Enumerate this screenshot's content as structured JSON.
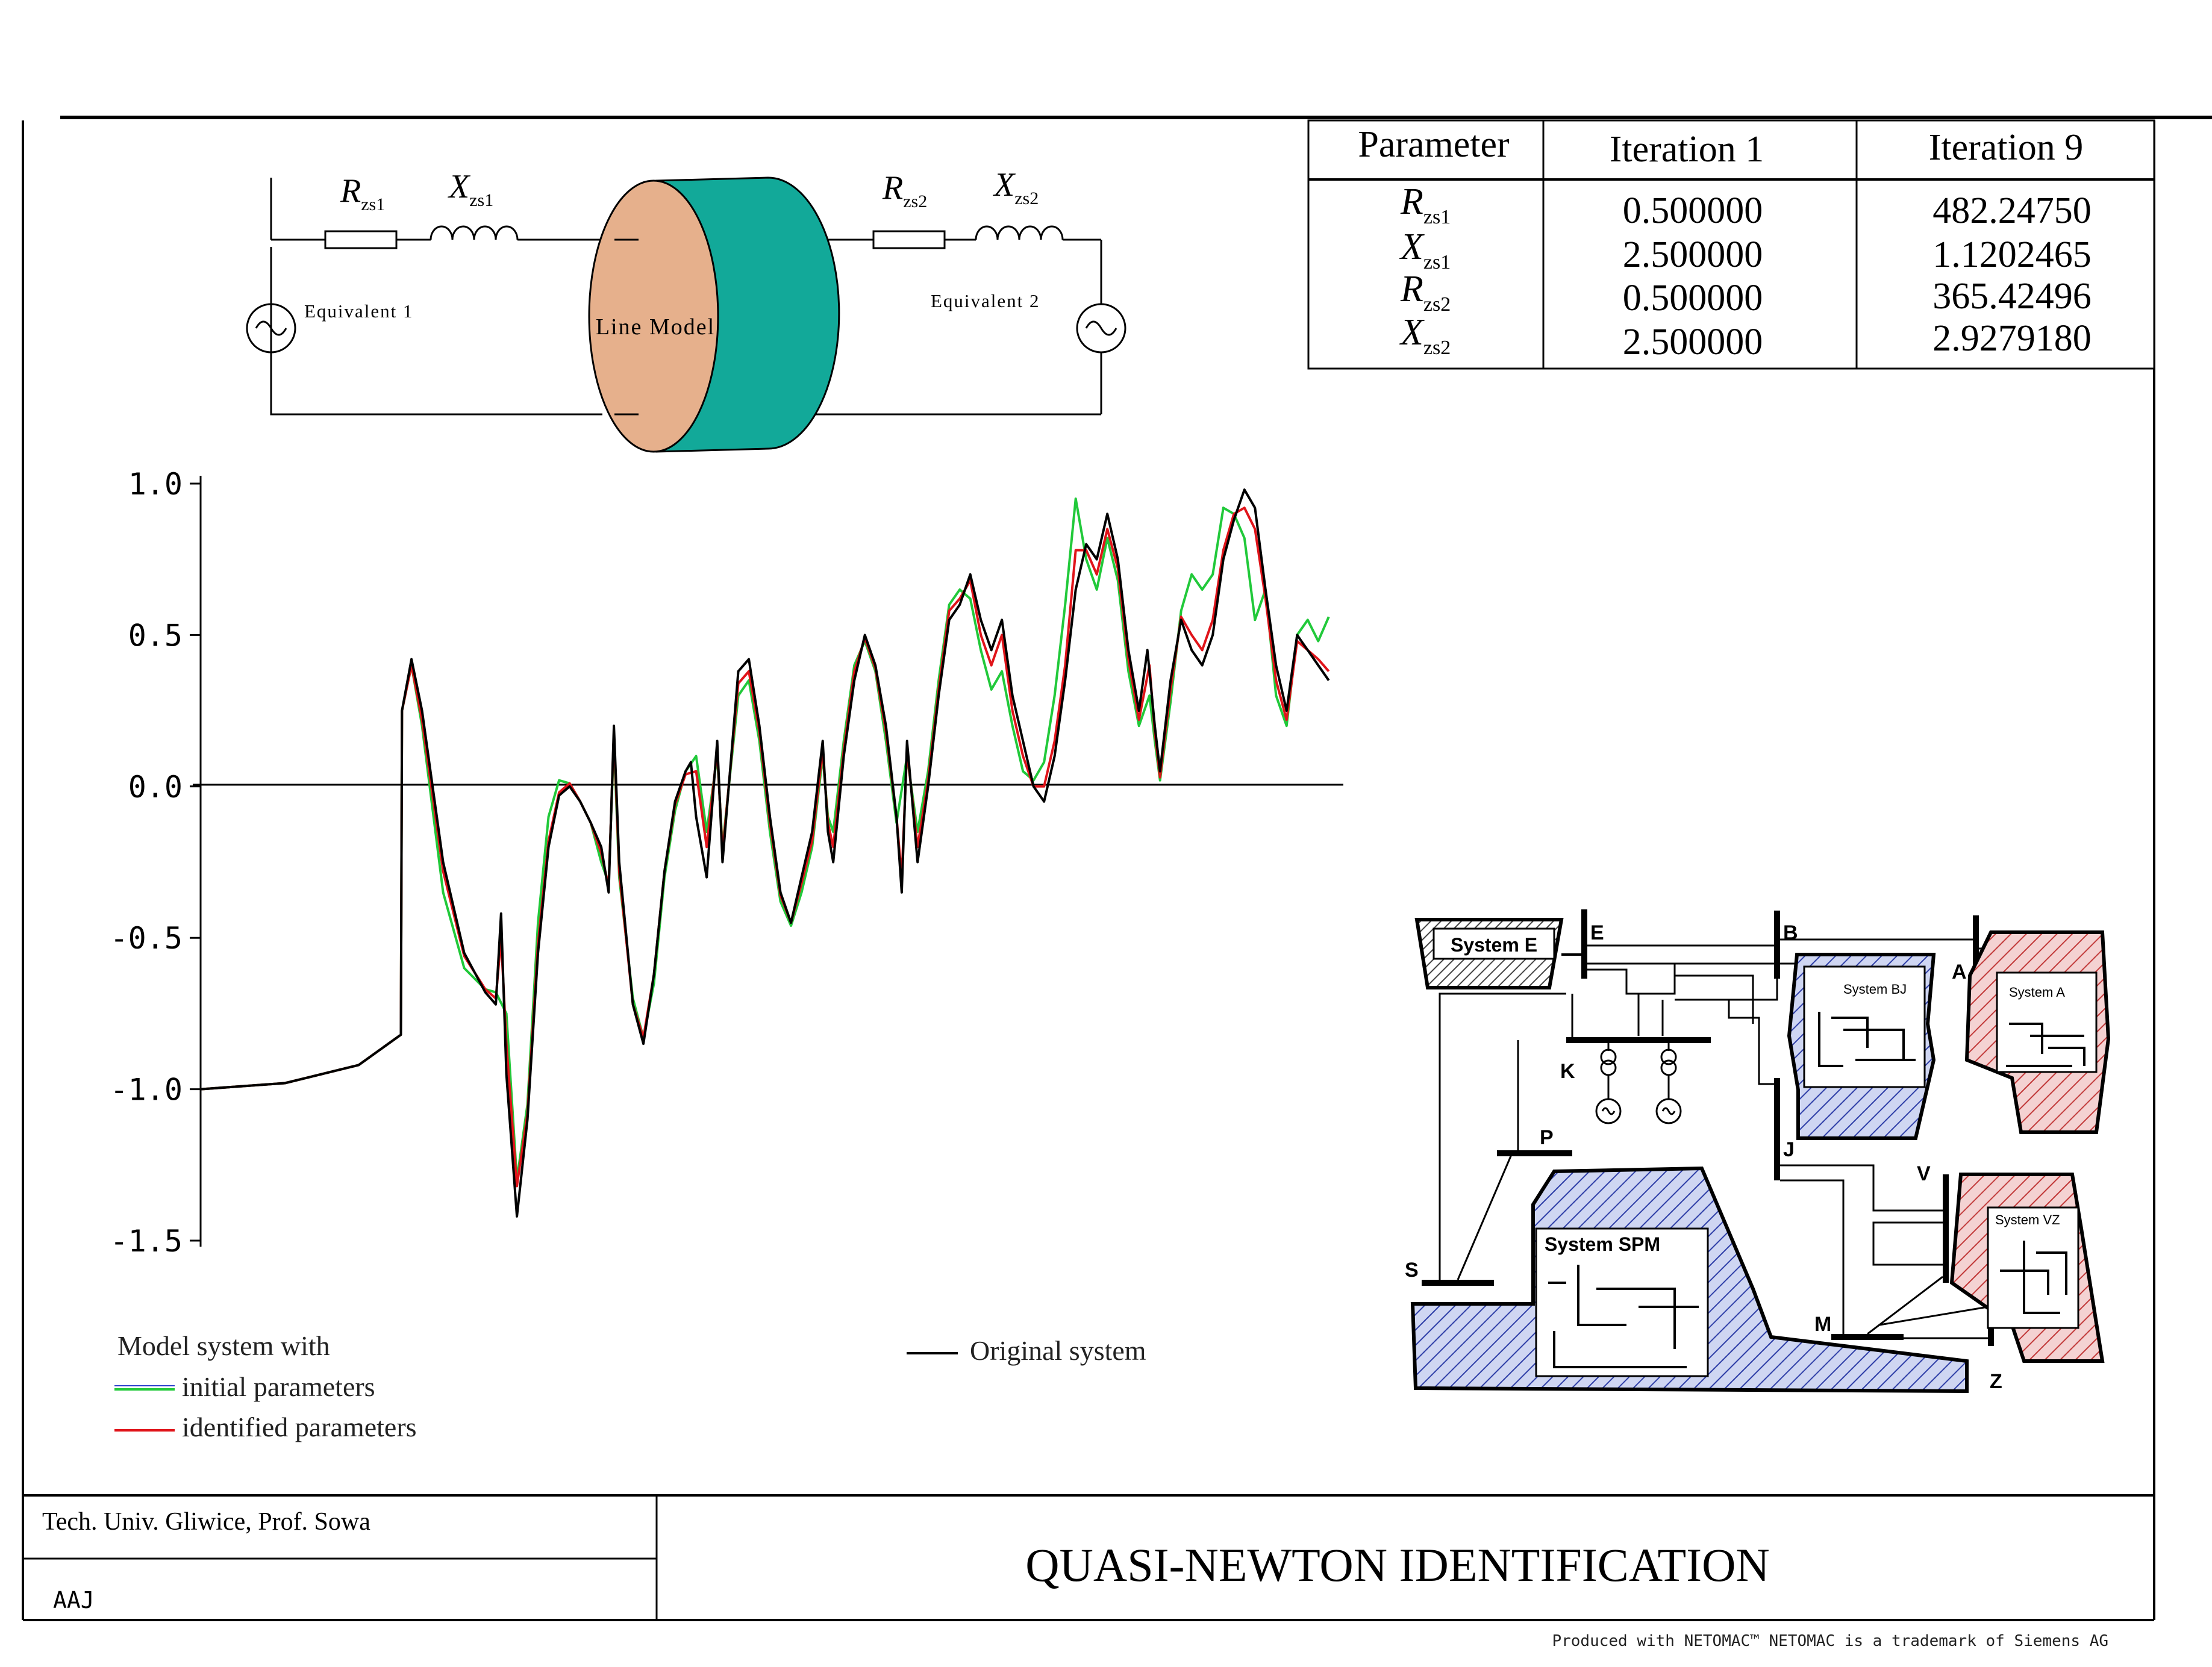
{
  "title": "QUASI-NEWTON IDENTIFICATION",
  "footer": {
    "author": "Tech. Univ. Gliwice, Prof. Sowa",
    "code": "AAJ",
    "credit": "Produced with NETOMAC™ NETOMAC is a trademark of Siemens AG"
  },
  "circuit": {
    "r1_base": "R",
    "r1_sub": "zs1",
    "x1_base": "X",
    "x1_sub": "zs1",
    "r2_base": "R",
    "r2_sub": "zs2",
    "x2_base": "X",
    "x2_sub": "zs2",
    "equivalent1": "Equivalent 1",
    "equivalent2": "Equivalent 2",
    "line_model": "Line Model",
    "colors": {
      "cylinder_face": "#e6b08c",
      "cylinder_body": "#12a999"
    }
  },
  "param_table": {
    "headers": [
      "Parameter",
      "Iteration 1",
      "Iteration 9"
    ],
    "rows": [
      {
        "base": "R",
        "sub": "zs1",
        "iter1": "0.500000",
        "iter9": "482.24750"
      },
      {
        "base": "X",
        "sub": "zs1",
        "iter1": "2.500000",
        "iter9": "1.1202465"
      },
      {
        "base": "R",
        "sub": "zs2",
        "iter1": "0.500000",
        "iter9": "365.42496"
      },
      {
        "base": "X",
        "sub": "zs2",
        "iter1": "2.500000",
        "iter9": "2.9279180"
      }
    ]
  },
  "legend": {
    "heading": "Model system with",
    "initial": "initial parameters",
    "identified": "identified parameters",
    "original": "Original system"
  },
  "network": {
    "systems": [
      "System E",
      "System BJ",
      "System A",
      "System SPM",
      "System VZ"
    ],
    "nodes": [
      "E",
      "B",
      "A",
      "K",
      "P",
      "J",
      "V",
      "S",
      "M",
      "Z"
    ],
    "colors": {
      "blue_hatch": "#2f3fa8",
      "red_hatch": "#c23a3a",
      "blue_fill": "#cfd6f2",
      "red_fill": "#f4d2d2"
    }
  },
  "chart_data": {
    "type": "line",
    "title": "",
    "xlabel": "",
    "ylabel": "",
    "ylim": [
      -1.5,
      1.0
    ],
    "yticks": [
      1.0,
      0.5,
      0.0,
      -0.5,
      -1.0,
      -1.5
    ],
    "ytick_labels": [
      "1.0",
      "0.5",
      "0.0",
      "-0.5",
      "-1.0",
      "-1.5"
    ],
    "xlim": [
      0,
      100
    ],
    "grid": false,
    "legend_position": "bottom",
    "series": [
      {
        "name": "Original system",
        "color": "#000000",
        "points": [
          [
            0,
            -1.0
          ],
          [
            8,
            -0.98
          ],
          [
            15,
            -0.92
          ],
          [
            19,
            -0.82
          ],
          [
            19.1,
            0.25
          ],
          [
            20,
            0.42
          ],
          [
            21,
            0.25
          ],
          [
            23,
            -0.25
          ],
          [
            25,
            -0.55
          ],
          [
            27,
            -0.68
          ],
          [
            28,
            -0.72
          ],
          [
            28.5,
            -0.42
          ],
          [
            29,
            -0.95
          ],
          [
            30,
            -1.42
          ],
          [
            31,
            -1.1
          ],
          [
            32,
            -0.55
          ],
          [
            33,
            -0.2
          ],
          [
            34,
            -0.03
          ],
          [
            35,
            0.0
          ],
          [
            36,
            -0.05
          ],
          [
            37,
            -0.12
          ],
          [
            38,
            -0.2
          ],
          [
            38.7,
            -0.35
          ],
          [
            39.2,
            0.2
          ],
          [
            39.7,
            -0.25
          ],
          [
            41,
            -0.72
          ],
          [
            42,
            -0.85
          ],
          [
            43,
            -0.62
          ],
          [
            44,
            -0.28
          ],
          [
            45,
            -0.05
          ],
          [
            46,
            0.05
          ],
          [
            46.5,
            0.08
          ],
          [
            47,
            -0.1
          ],
          [
            48,
            -0.3
          ],
          [
            49,
            0.15
          ],
          [
            49.5,
            -0.25
          ],
          [
            51,
            0.38
          ],
          [
            52,
            0.42
          ],
          [
            53,
            0.2
          ],
          [
            54,
            -0.1
          ],
          [
            55,
            -0.35
          ],
          [
            56,
            -0.45
          ],
          [
            57,
            -0.3
          ],
          [
            58,
            -0.15
          ],
          [
            59,
            0.15
          ],
          [
            59.5,
            -0.15
          ],
          [
            60,
            -0.25
          ],
          [
            61,
            0.1
          ],
          [
            62,
            0.35
          ],
          [
            63,
            0.5
          ],
          [
            64,
            0.4
          ],
          [
            65,
            0.2
          ],
          [
            66,
            -0.1
          ],
          [
            66.5,
            -0.35
          ],
          [
            67,
            0.15
          ],
          [
            68,
            -0.25
          ],
          [
            69,
            0.0
          ],
          [
            70,
            0.3
          ],
          [
            71,
            0.55
          ],
          [
            72,
            0.6
          ],
          [
            73,
            0.7
          ],
          [
            74,
            0.55
          ],
          [
            75,
            0.45
          ],
          [
            76,
            0.55
          ],
          [
            77,
            0.3
          ],
          [
            78,
            0.15
          ],
          [
            79,
            0.0
          ],
          [
            80,
            -0.05
          ],
          [
            81,
            0.1
          ],
          [
            82,
            0.35
          ],
          [
            83,
            0.65
          ],
          [
            84,
            0.8
          ],
          [
            85,
            0.75
          ],
          [
            86,
            0.9
          ],
          [
            87,
            0.75
          ],
          [
            88,
            0.45
          ],
          [
            89,
            0.25
          ],
          [
            89.8,
            0.45
          ],
          [
            90.5,
            0.2
          ],
          [
            91,
            0.05
          ],
          [
            92,
            0.35
          ],
          [
            93,
            0.55
          ],
          [
            94,
            0.45
          ],
          [
            95,
            0.4
          ],
          [
            96,
            0.5
          ],
          [
            97,
            0.75
          ],
          [
            98,
            0.88
          ],
          [
            99,
            0.98
          ],
          [
            100,
            0.92
          ],
          [
            101,
            0.65
          ],
          [
            102,
            0.4
          ],
          [
            103,
            0.25
          ],
          [
            104,
            0.5
          ],
          [
            105,
            0.45
          ],
          [
            106,
            0.4
          ],
          [
            107,
            0.35
          ]
        ]
      },
      {
        "name": "initial parameters",
        "color": "#21c93a",
        "points": [
          [
            0,
            -1.0
          ],
          [
            8,
            -0.98
          ],
          [
            15,
            -0.92
          ],
          [
            19,
            -0.82
          ],
          [
            19.1,
            0.25
          ],
          [
            20,
            0.4
          ],
          [
            21,
            0.2
          ],
          [
            23,
            -0.35
          ],
          [
            25,
            -0.6
          ],
          [
            27,
            -0.67
          ],
          [
            28,
            -0.68
          ],
          [
            29,
            -0.75
          ],
          [
            30,
            -1.3
          ],
          [
            31,
            -1.05
          ],
          [
            32,
            -0.45
          ],
          [
            33,
            -0.1
          ],
          [
            34,
            0.02
          ],
          [
            35,
            0.01
          ],
          [
            36,
            -0.05
          ],
          [
            37,
            -0.12
          ],
          [
            38,
            -0.25
          ],
          [
            38.7,
            -0.32
          ],
          [
            39.2,
            0.15
          ],
          [
            39.7,
            -0.3
          ],
          [
            41,
            -0.7
          ],
          [
            42,
            -0.83
          ],
          [
            43,
            -0.65
          ],
          [
            44,
            -0.3
          ],
          [
            45,
            -0.08
          ],
          [
            46,
            0.05
          ],
          [
            47,
            0.1
          ],
          [
            48,
            -0.15
          ],
          [
            49,
            0.1
          ],
          [
            49.5,
            -0.2
          ],
          [
            51,
            0.3
          ],
          [
            52,
            0.35
          ],
          [
            53,
            0.15
          ],
          [
            54,
            -0.15
          ],
          [
            55,
            -0.38
          ],
          [
            56,
            -0.46
          ],
          [
            57,
            -0.35
          ],
          [
            58,
            -0.2
          ],
          [
            59,
            0.1
          ],
          [
            59.5,
            -0.1
          ],
          [
            60,
            -0.15
          ],
          [
            61,
            0.15
          ],
          [
            62,
            0.4
          ],
          [
            63,
            0.48
          ],
          [
            64,
            0.38
          ],
          [
            65,
            0.15
          ],
          [
            66,
            -0.12
          ],
          [
            67,
            0.1
          ],
          [
            68,
            -0.15
          ],
          [
            69,
            0.05
          ],
          [
            70,
            0.35
          ],
          [
            71,
            0.6
          ],
          [
            72,
            0.65
          ],
          [
            73,
            0.62
          ],
          [
            74,
            0.45
          ],
          [
            75,
            0.32
          ],
          [
            76,
            0.38
          ],
          [
            77,
            0.2
          ],
          [
            78,
            0.05
          ],
          [
            79,
            0.02
          ],
          [
            80,
            0.08
          ],
          [
            81,
            0.3
          ],
          [
            82,
            0.6
          ],
          [
            83,
            0.95
          ],
          [
            84,
            0.75
          ],
          [
            85,
            0.65
          ],
          [
            86,
            0.82
          ],
          [
            87,
            0.68
          ],
          [
            88,
            0.38
          ],
          [
            89,
            0.2
          ],
          [
            90,
            0.3
          ],
          [
            90.5,
            0.15
          ],
          [
            91,
            0.02
          ],
          [
            92,
            0.28
          ],
          [
            93,
            0.58
          ],
          [
            94,
            0.7
          ],
          [
            95,
            0.65
          ],
          [
            96,
            0.7
          ],
          [
            97,
            0.92
          ],
          [
            98,
            0.9
          ],
          [
            99,
            0.82
          ],
          [
            100,
            0.55
          ],
          [
            101,
            0.65
          ],
          [
            102,
            0.3
          ],
          [
            103,
            0.2
          ],
          [
            104,
            0.5
          ],
          [
            105,
            0.55
          ],
          [
            106,
            0.48
          ],
          [
            107,
            0.56
          ]
        ]
      },
      {
        "name": "identified parameters",
        "color": "#e0141a",
        "points": [
          [
            0,
            -1.0
          ],
          [
            8,
            -0.98
          ],
          [
            15,
            -0.92
          ],
          [
            19,
            -0.82
          ],
          [
            19.1,
            0.25
          ],
          [
            20,
            0.4
          ],
          [
            21,
            0.22
          ],
          [
            23,
            -0.28
          ],
          [
            25,
            -0.56
          ],
          [
            27,
            -0.67
          ],
          [
            28,
            -0.7
          ],
          [
            28.5,
            -0.5
          ],
          [
            29,
            -0.85
          ],
          [
            30,
            -1.32
          ],
          [
            31,
            -1.08
          ],
          [
            32,
            -0.52
          ],
          [
            33,
            -0.18
          ],
          [
            34,
            -0.02
          ],
          [
            35,
            0.01
          ],
          [
            36,
            -0.05
          ],
          [
            37,
            -0.12
          ],
          [
            38,
            -0.22
          ],
          [
            38.7,
            -0.33
          ],
          [
            39.2,
            0.18
          ],
          [
            39.7,
            -0.28
          ],
          [
            41,
            -0.72
          ],
          [
            42,
            -0.83
          ],
          [
            43,
            -0.62
          ],
          [
            44,
            -0.28
          ],
          [
            45,
            -0.06
          ],
          [
            46,
            0.04
          ],
          [
            47,
            0.05
          ],
          [
            48,
            -0.2
          ],
          [
            49,
            0.12
          ],
          [
            49.5,
            -0.22
          ],
          [
            51,
            0.34
          ],
          [
            52,
            0.38
          ],
          [
            53,
            0.18
          ],
          [
            54,
            -0.12
          ],
          [
            55,
            -0.36
          ],
          [
            56,
            -0.45
          ],
          [
            57,
            -0.32
          ],
          [
            58,
            -0.18
          ],
          [
            59,
            0.12
          ],
          [
            59.5,
            -0.12
          ],
          [
            60,
            -0.2
          ],
          [
            61,
            0.12
          ],
          [
            62,
            0.38
          ],
          [
            63,
            0.49
          ],
          [
            64,
            0.39
          ],
          [
            65,
            0.18
          ],
          [
            66,
            -0.1
          ],
          [
            66.5,
            -0.3
          ],
          [
            67,
            0.12
          ],
          [
            68,
            -0.2
          ],
          [
            69,
            0.02
          ],
          [
            70,
            0.32
          ],
          [
            71,
            0.58
          ],
          [
            72,
            0.62
          ],
          [
            73,
            0.68
          ],
          [
            74,
            0.5
          ],
          [
            75,
            0.4
          ],
          [
            76,
            0.5
          ],
          [
            77,
            0.25
          ],
          [
            78,
            0.1
          ],
          [
            79,
            0.0
          ],
          [
            80,
            0.0
          ],
          [
            81,
            0.15
          ],
          [
            82,
            0.4
          ],
          [
            83,
            0.78
          ],
          [
            84,
            0.78
          ],
          [
            85,
            0.7
          ],
          [
            86,
            0.85
          ],
          [
            87,
            0.72
          ],
          [
            88,
            0.42
          ],
          [
            89,
            0.22
          ],
          [
            90,
            0.4
          ],
          [
            90.5,
            0.18
          ],
          [
            91,
            0.03
          ],
          [
            92,
            0.32
          ],
          [
            93,
            0.56
          ],
          [
            94,
            0.5
          ],
          [
            95,
            0.45
          ],
          [
            96,
            0.55
          ],
          [
            97,
            0.78
          ],
          [
            98,
            0.9
          ],
          [
            99,
            0.92
          ],
          [
            100,
            0.85
          ],
          [
            101,
            0.62
          ],
          [
            102,
            0.35
          ],
          [
            103,
            0.22
          ],
          [
            104,
            0.48
          ],
          [
            105,
            0.45
          ],
          [
            106,
            0.42
          ],
          [
            107,
            0.38
          ]
        ]
      }
    ]
  }
}
